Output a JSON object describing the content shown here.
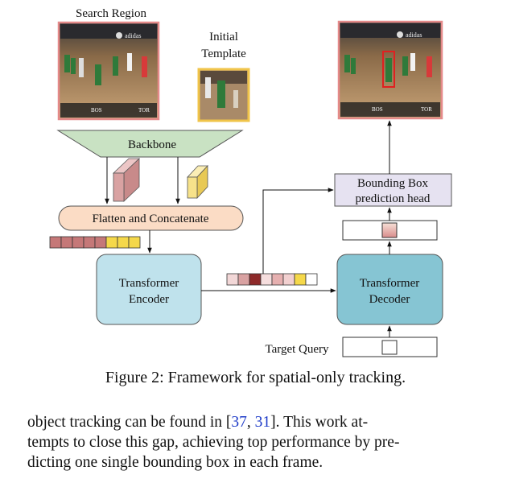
{
  "figure": {
    "labels": {
      "search_region": "Search Region",
      "initial_template_1": "Initial",
      "initial_template_2": "Template",
      "backbone": "Backbone",
      "flatten": "Flatten and Concatenate",
      "encoder_1": "Transformer",
      "encoder_2": "Encoder",
      "decoder_1": "Transformer",
      "decoder_2": "Decoder",
      "head_1": "Bounding Box",
      "head_2": "prediction head",
      "target_query": "Target Query"
    },
    "scoreboard": {
      "left": "BOS",
      "right": "TOR",
      "brand": "adidas"
    },
    "colors": {
      "backbone_fill": "#c9e2c3",
      "flatten_fill": "#fbdcc5",
      "encoder_fill": "#bfe2ec",
      "decoder_fill": "#86c5d3",
      "head_fill": "#e6e2f1",
      "search_feature": "#d9a2a2",
      "template_feature": "#f7e28a",
      "frame_border": "#e58a8a",
      "template_border": "#f0c44a",
      "bbox_color": "#e02020"
    }
  },
  "caption": "Figure 2: Framework for spatial-only tracking.",
  "body": {
    "l1_a": "object tracking can be found in ",
    "c1": "37",
    "l1_b": ", ",
    "c2": "31",
    "l1_c": "]. This work at-",
    "l1_open": "[",
    "l2": "tempts to close this gap, achieving top performance by pre-",
    "l3": "dicting one single bounding box in each frame."
  }
}
